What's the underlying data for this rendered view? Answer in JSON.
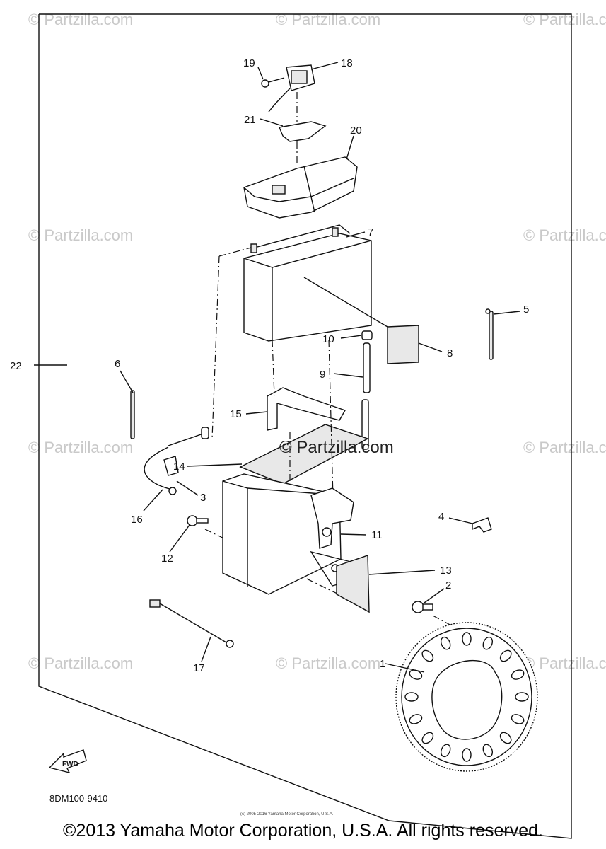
{
  "diagram": {
    "callouts": [
      "1",
      "2",
      "3",
      "4",
      "5",
      "6",
      "7",
      "8",
      "9",
      "10",
      "11",
      "12",
      "13",
      "14",
      "15",
      "16",
      "17",
      "18",
      "19",
      "20",
      "21",
      "22"
    ],
    "fwd_label": "FWD",
    "diagram_code": "8DM100-9410",
    "fine_print": "(c) 2005-2016 Yamaha Motor Corporation, U.S.A.",
    "watermark_text": "© Partzilla.com",
    "center_watermark": "© Partzilla.com"
  },
  "footer": {
    "copyright": "©2013 Yamaha Motor Corporation, U.S.A. All rights reserved."
  }
}
